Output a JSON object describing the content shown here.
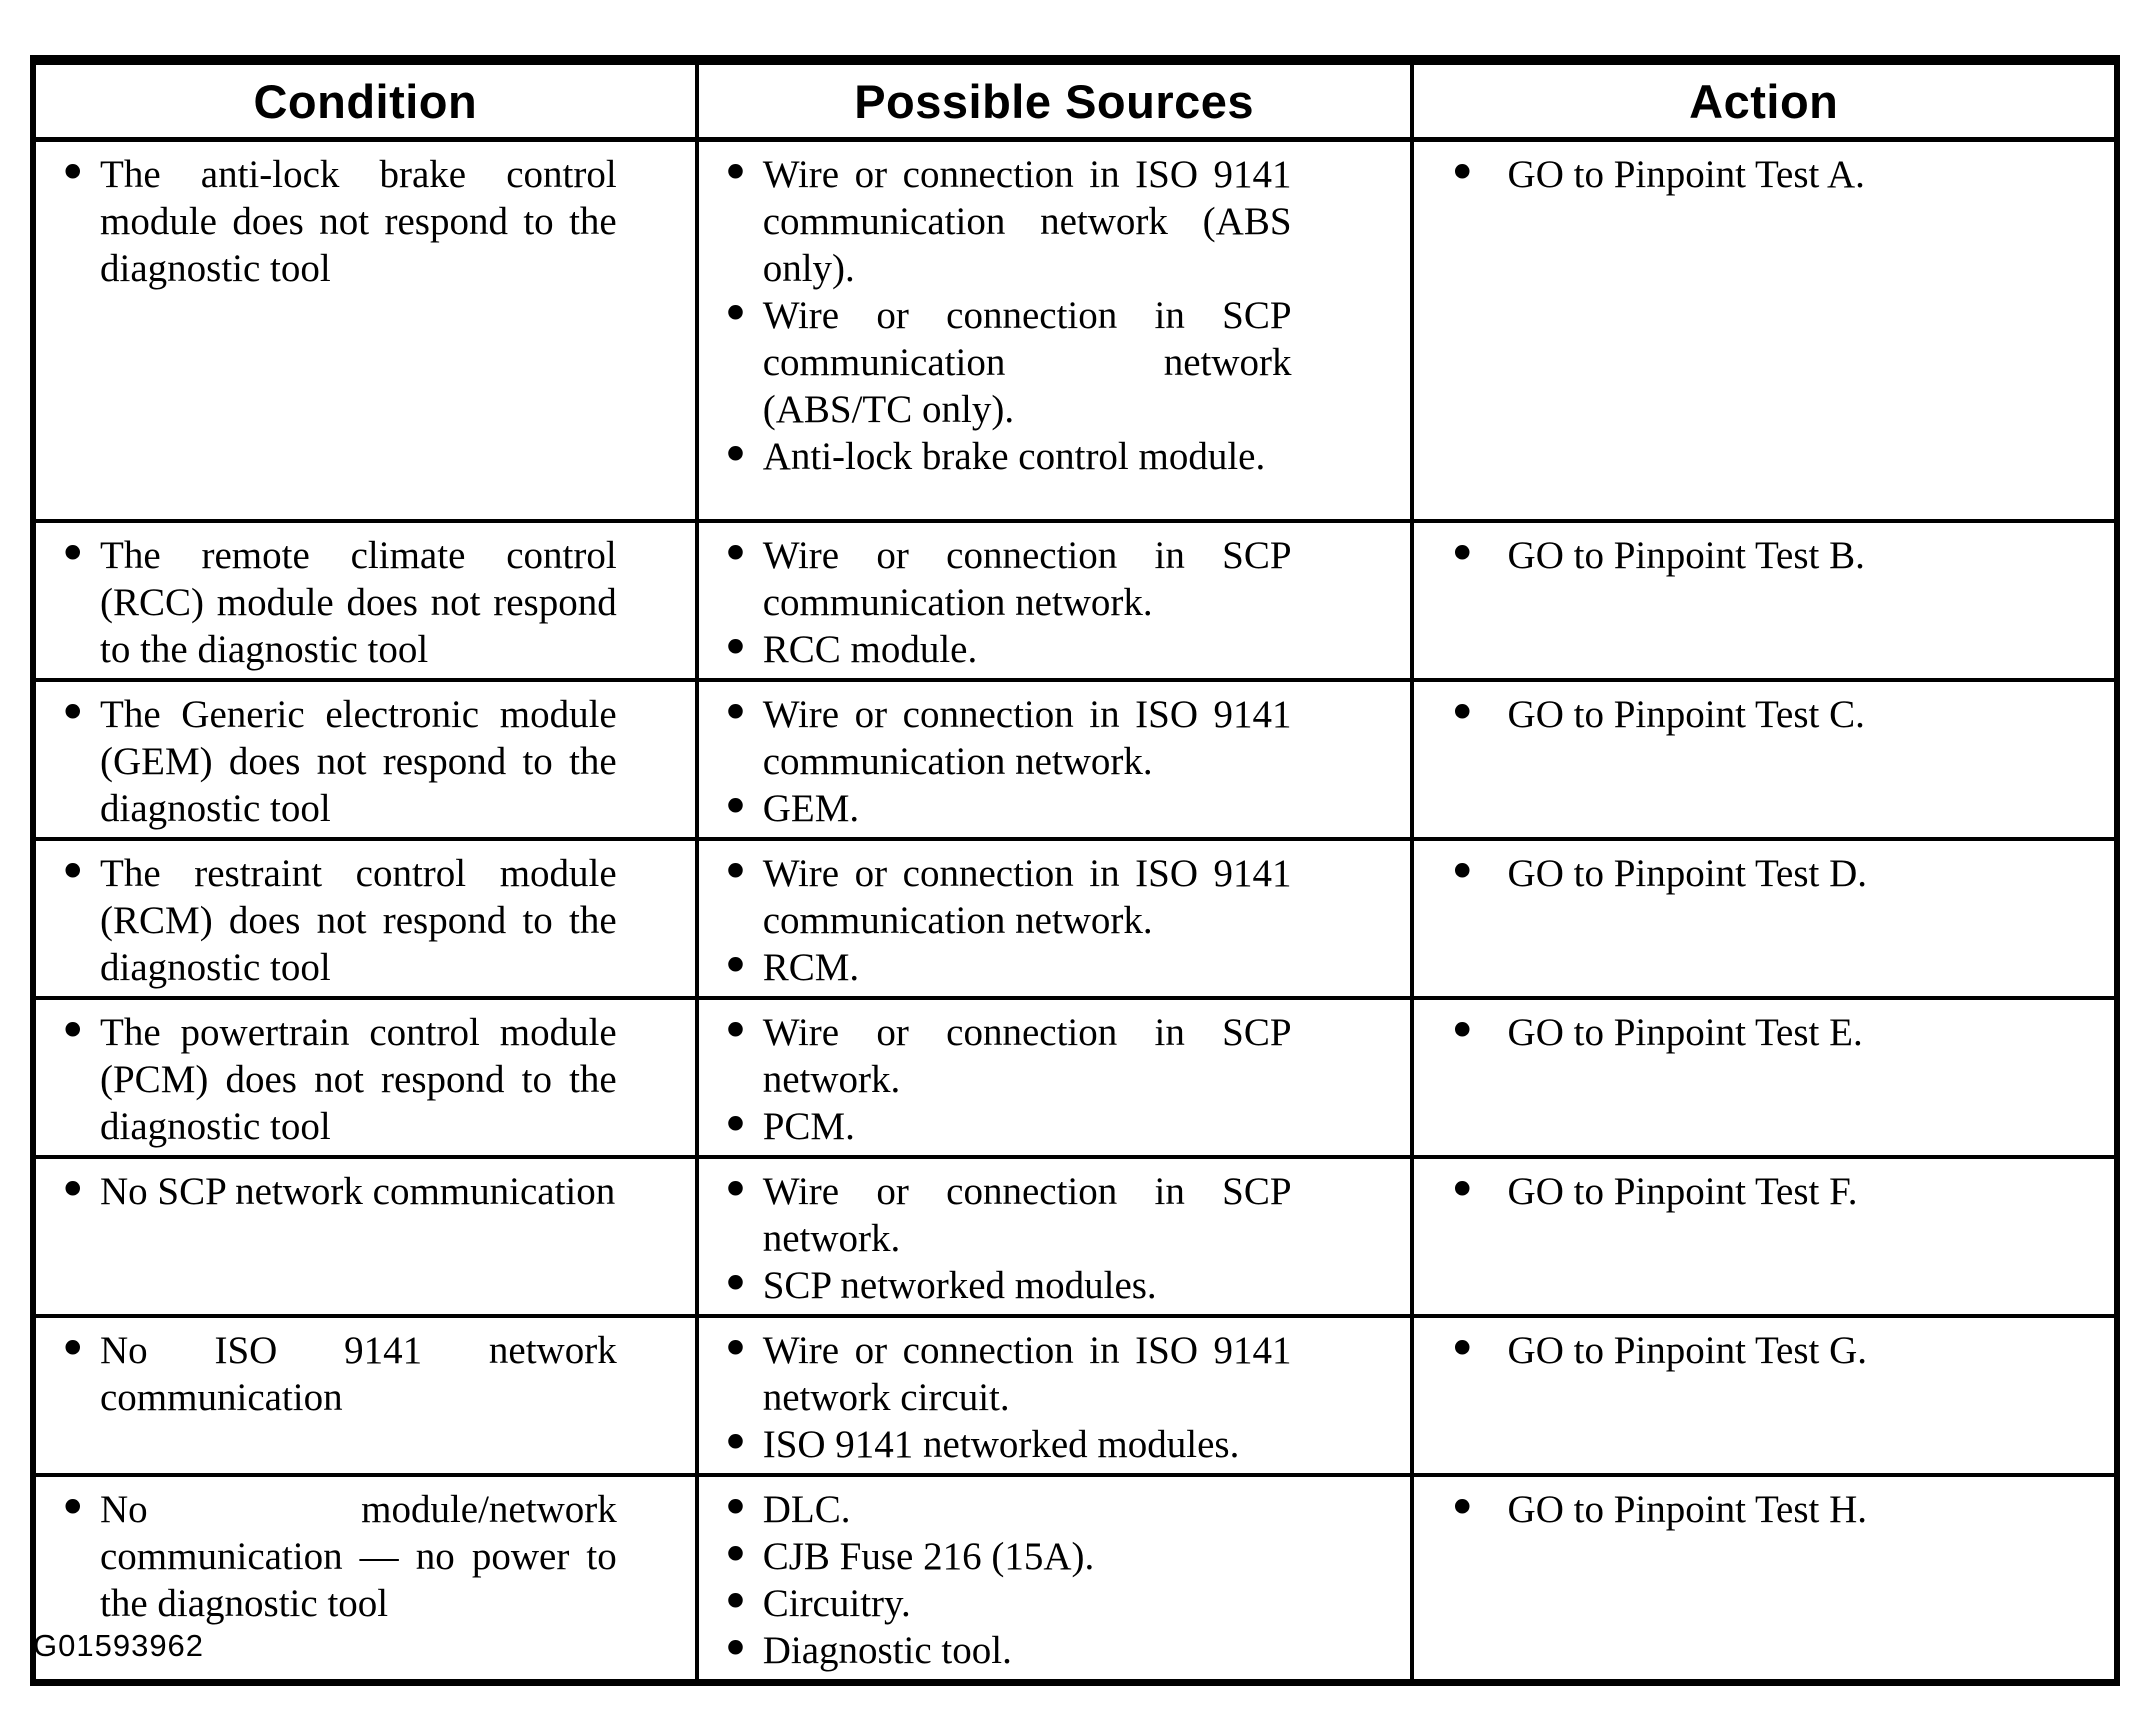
{
  "bullet_glyph": "•",
  "page": {
    "figure_id": "G01593962"
  },
  "table": {
    "headers": [
      "Condition",
      "Possible Sources",
      "Action"
    ],
    "rows": [
      {
        "condition": [
          "The anti-lock brake control module does not respond to the diagnostic tool"
        ],
        "sources": [
          "Wire or connection in ISO 9141 communication network (ABS only).",
          "Wire or connection in SCP communication network (ABS/TC only).",
          "Anti-lock brake control module."
        ],
        "action": [
          "GO to Pinpoint Test A."
        ]
      },
      {
        "condition": [
          "The remote climate control (RCC) module does not respond to the diagnostic tool"
        ],
        "sources": [
          "Wire or connection in SCP communication network.",
          "RCC module."
        ],
        "action": [
          "GO to Pinpoint Test B."
        ]
      },
      {
        "condition": [
          "The Generic electronic module (GEM) does not respond to the diagnostic tool"
        ],
        "sources": [
          "Wire or connection in ISO 9141 communication network.",
          "GEM."
        ],
        "action": [
          "GO to Pinpoint Test C."
        ]
      },
      {
        "condition": [
          "The restraint control module (RCM) does not respond to the diagnostic tool"
        ],
        "sources": [
          "Wire or connection in ISO 9141 communication network.",
          "RCM."
        ],
        "action": [
          "GO to Pinpoint Test D."
        ]
      },
      {
        "condition": [
          "The powertrain control module (PCM) does not respond to the diagnostic tool"
        ],
        "sources": [
          "Wire or connection in SCP network.",
          "PCM."
        ],
        "action": [
          "GO to Pinpoint Test E."
        ]
      },
      {
        "condition": [
          "No SCP network communication"
        ],
        "sources": [
          "Wire or connection in SCP network.",
          "SCP networked modules."
        ],
        "action": [
          "GO to Pinpoint Test F."
        ]
      },
      {
        "condition": [
          "No ISO 9141 network communication"
        ],
        "sources": [
          "Wire or connection in ISO 9141 network circuit.",
          "ISO 9141 networked modules."
        ],
        "action": [
          "GO to Pinpoint Test G."
        ]
      },
      {
        "condition": [
          "No module/network communication — no power to the diagnostic tool"
        ],
        "sources": [
          "DLC.",
          "CJB Fuse 216 (15A).",
          "Circuitry.",
          "Diagnostic tool."
        ],
        "action": [
          "GO to Pinpoint Test H."
        ]
      }
    ]
  }
}
